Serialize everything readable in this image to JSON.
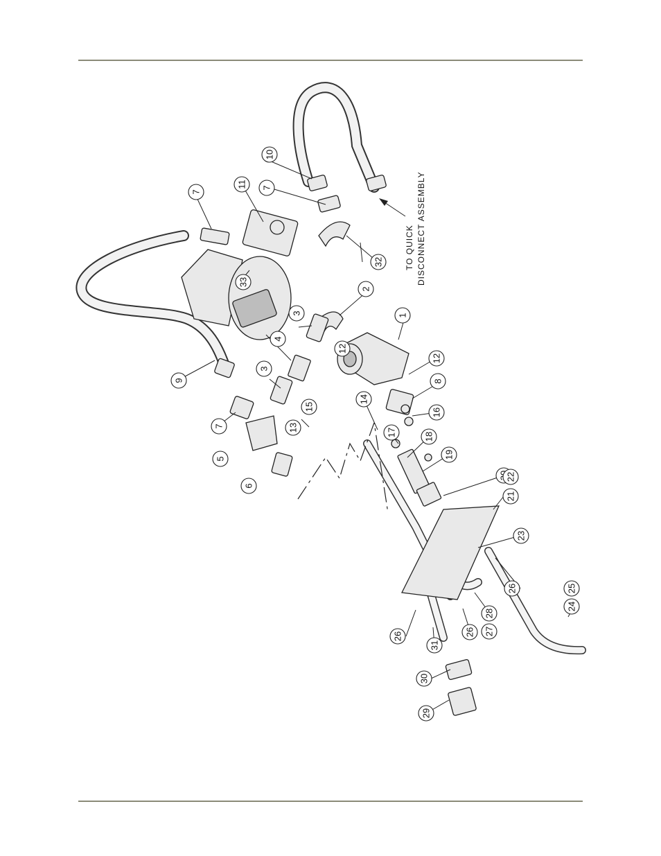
{
  "figure": {
    "callouts": [
      "1",
      "2",
      "3",
      "3",
      "4",
      "5",
      "6",
      "7",
      "7",
      "7",
      "8",
      "9",
      "10",
      "11",
      "12",
      "12",
      "13",
      "14",
      "15",
      "16",
      "17",
      "18",
      "19",
      "20",
      "21",
      "22",
      "23",
      "24",
      "25",
      "26",
      "26",
      "26",
      "27",
      "28",
      "29",
      "30",
      "31",
      "32",
      "33"
    ],
    "note_line1": "TO QUICK",
    "note_line2": "DISCONNECT ASSEMBLY"
  }
}
